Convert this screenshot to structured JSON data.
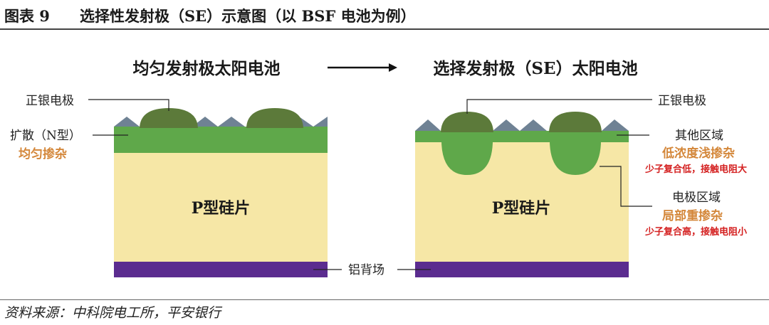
{
  "figure": {
    "number": "图表 9",
    "title": "选择性发射极（SE）示意图（以 BSF 电池为例）"
  },
  "left_panel": {
    "title": "均匀发射极太阳电池",
    "electrode_label": "正银电极",
    "diffusion_label": "扩散（N型）",
    "diffusion_sub": "均匀掺杂",
    "wafer_label": "P型硅片"
  },
  "right_panel": {
    "title": "选择发射极（SE）太阳电池",
    "electrode_label": "正银电极",
    "other_region_label": "其他区域",
    "other_region_sub": "低浓度浅掺杂",
    "other_region_note": "少子复合低，接触电阻大",
    "electrode_region_label": "电极区域",
    "electrode_region_sub": "局部重掺杂",
    "electrode_region_note": "少子复合高，接触电阻小",
    "wafer_label": "P型硅片"
  },
  "back_field_label": "铝背场",
  "source": "资料来源：中科院电工所，平安银行",
  "colors": {
    "wafer": "#f6e7a6",
    "n_layer": "#5fa84a",
    "electrode": "#5c7a3a",
    "texture": "#6f8294",
    "back_field": "#5b2c8f",
    "accent_orange": "#d4873a",
    "note_red": "#d42020"
  }
}
